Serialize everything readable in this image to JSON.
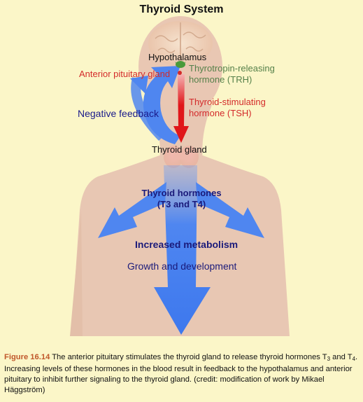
{
  "title": "Thyroid System",
  "labels": {
    "hypothalamus": "Hypothalamus",
    "anterior_pituitary": "Anterior pituitary gland",
    "trh_line1": "Thyrotropin-releasing",
    "trh_line2": "hormone (TRH)",
    "tsh_line1": "Thyroid-stimulating",
    "tsh_line2": "hormone (TSH)",
    "negative_feedback": "Negative feedback",
    "thyroid_gland": "Thyroid gland",
    "thyroid_hormones_line1": "Thyroid hormones",
    "thyroid_hormones_line2": "(T3 and T4)",
    "increased_metabolism": "Increased metabolism",
    "growth_development": "Growth and development"
  },
  "caption": {
    "figure_label": "Figure 16.14",
    "text_a": " The anterior pituitary stimulates the thyroid gland to release thyroid hormones T",
    "sub_3": "3",
    "text_b": " and T",
    "sub_4": "4",
    "text_c": ". Increasing levels of these hormones in the blood result in feedback to the hypothalamus and anterior pituitary to inhibit further signaling to the thyroid gland. (credit: modification of work by Mikael Häggström)"
  },
  "colors": {
    "background": "#fbf6c8",
    "body": "#e8c7b3",
    "arrow_blue": "#4f86f0",
    "arrow_red": "#e0161a",
    "label_red": "#d32a2a",
    "label_green": "#55804a",
    "label_navy": "#1a1a7a",
    "caption_label": "#c0572a"
  }
}
